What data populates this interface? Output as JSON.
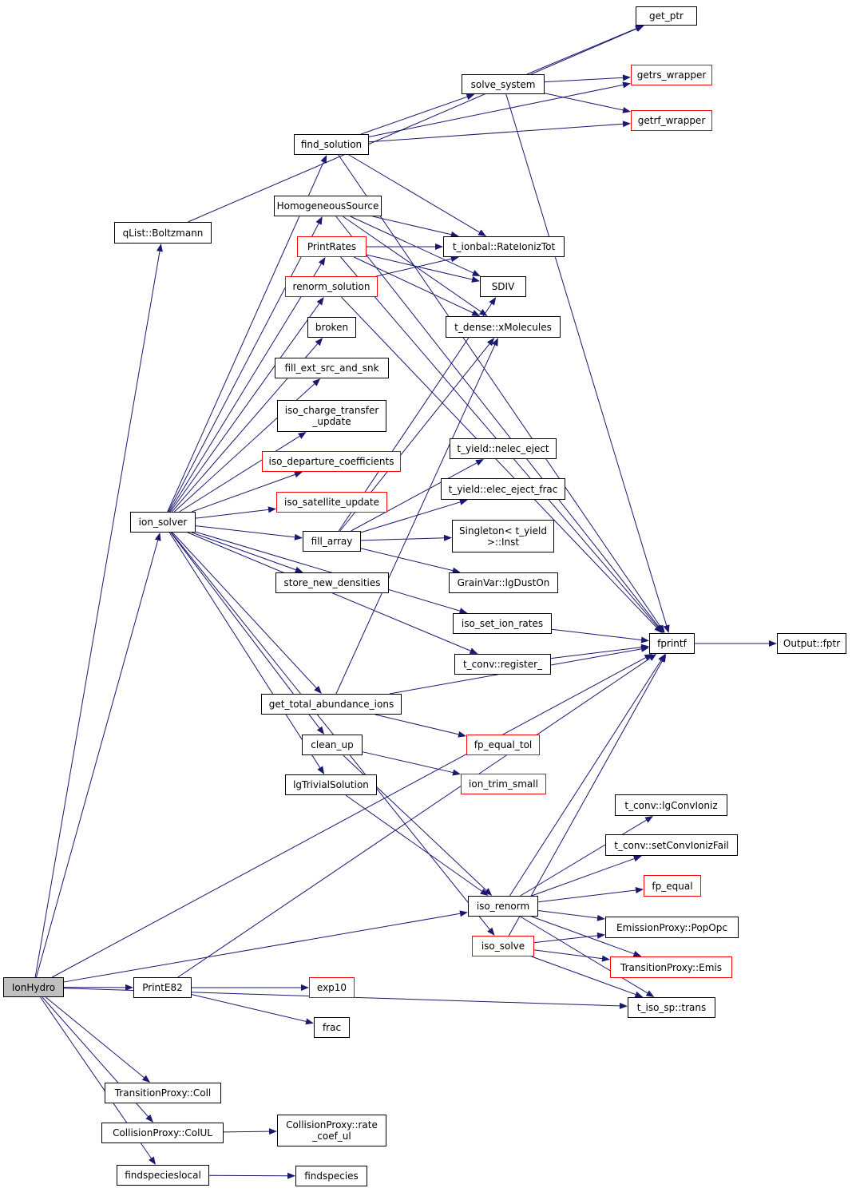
{
  "colors": {
    "edge": "#191970",
    "node_border": "#000000",
    "node_border_truncated": "#ff0000",
    "root_fill": "#bfbfbf"
  },
  "nodes": {
    "ionhydro": "IonHydro",
    "get_ptr": "get_ptr",
    "getrs_wrapper": "getrs_wrapper",
    "solve_system": "solve_system",
    "getrf_wrapper": "getrf_wrapper",
    "find_solution": "find_solution",
    "qlist_boltzmann": "qList::Boltzmann",
    "homogeneoussource": "HomogeneousSource",
    "printrates": "PrintRates",
    "t_ionbal_rateioniztot": "t_ionbal::RateIonizTot",
    "sdiv": "SDIV",
    "renorm_solution": "renorm_solution",
    "t_dense_xmolecules": "t_dense::xMolecules",
    "broken": "broken",
    "fill_ext_src_and_snk": "fill_ext_src_and_snk",
    "iso_charge_transfer_update": "iso_charge_transfer\n_update",
    "iso_departure_coefficients": "iso_departure_coefficients",
    "t_yield_nelec_eject": "t_yield::nelec_eject",
    "t_yield_elec_eject_frac": "t_yield::elec_eject_frac",
    "iso_satellite_update": "iso_satellite_update",
    "ion_solver": "ion_solver",
    "singleton_inst": "Singleton< t_yield\n>::Inst",
    "fill_array": "fill_array",
    "store_new_densities": "store_new_densities",
    "grainvar_lgduston": "GrainVar::lgDustOn",
    "iso_set_ion_rates": "iso_set_ion_rates",
    "fprintf": "fprintf",
    "output_fptr": "Output::fptr",
    "t_conv_register": "t_conv::register_",
    "get_total_abundance_ions": "get_total_abundance_ions",
    "fp_equal_tol": "fp_equal_tol",
    "clean_up": "clean_up",
    "ion_trim_small": "ion_trim_small",
    "lgtrivialsolution": "lgTrivialSolution",
    "t_conv_lgconvioniz": "t_conv::lgConvIoniz",
    "t_conv_setconvionizfail": "t_conv::setConvIonizFail",
    "fp_equal": "fp_equal",
    "iso_renorm": "iso_renorm",
    "emissionproxy_popopc": "EmissionProxy::PopOpc",
    "iso_solve": "iso_solve",
    "transitionproxy_emis": "TransitionProxy::Emis",
    "printe82": "PrintE82",
    "exp10": "exp10",
    "t_iso_sp_trans": "t_iso_sp::trans",
    "frac": "frac",
    "transitionproxy_coll": "TransitionProxy::Coll",
    "collisionproxy_colul": "CollisionProxy::ColUL",
    "collisionproxy_rate_coef_ul": "CollisionProxy::rate\n_coef_ul",
    "findspecieslocal": "findspecieslocal",
    "findspecies": "findspecies"
  }
}
